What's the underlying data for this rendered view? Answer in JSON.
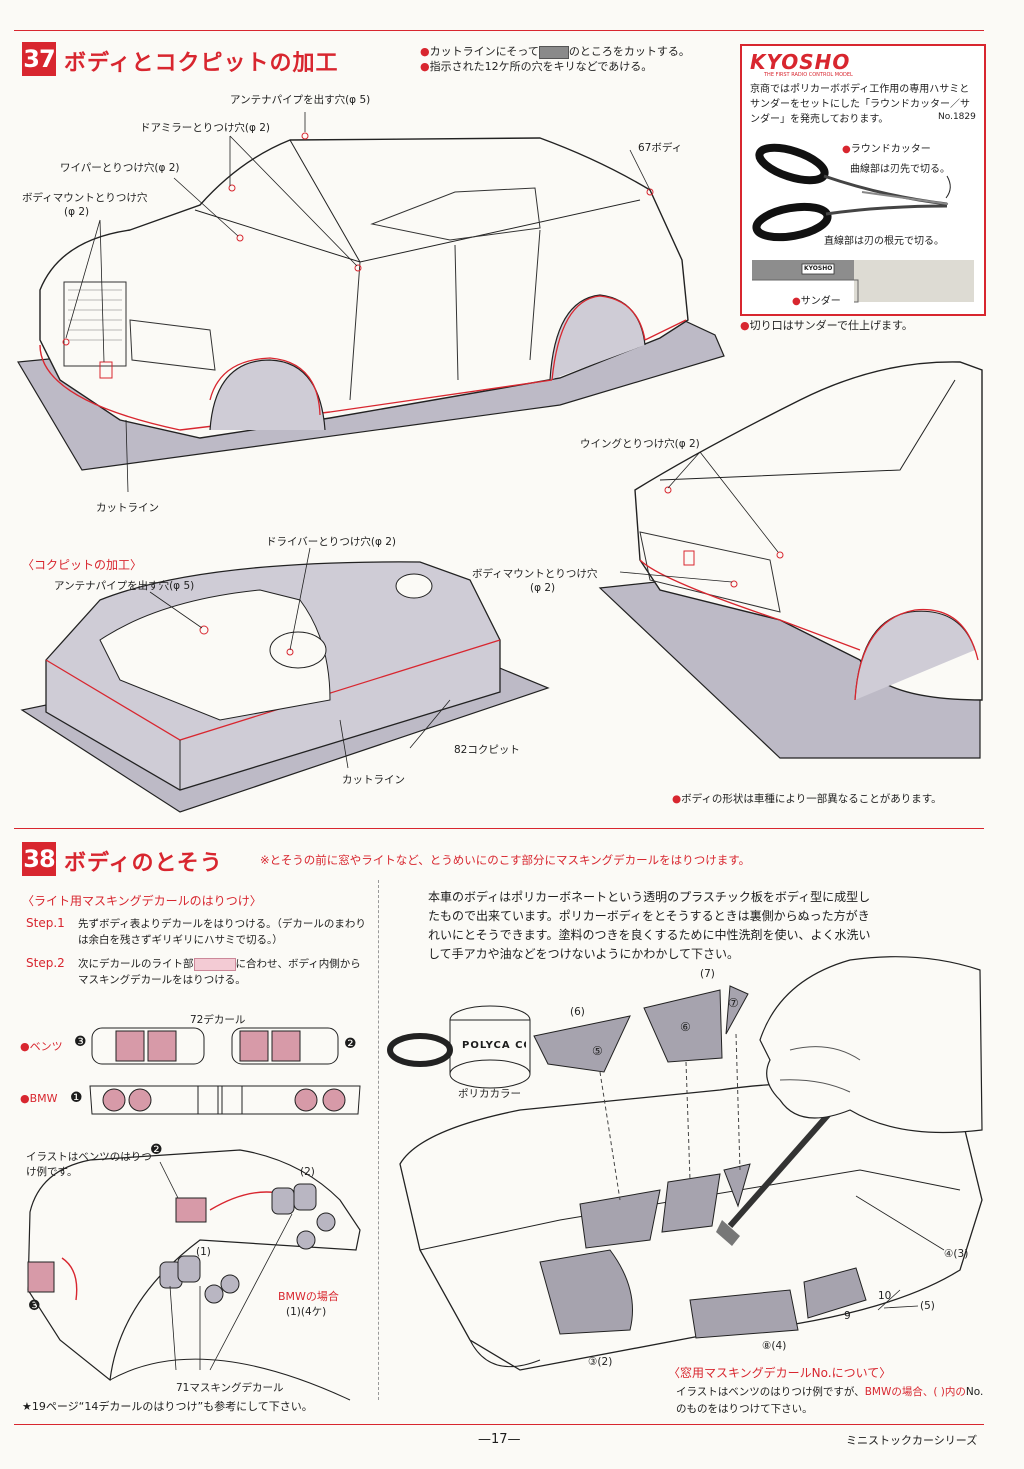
{
  "section37": {
    "number": "37",
    "title": "ボディとコクピットの加工",
    "notes": [
      "カットラインにそって",
      "のところをカットする。",
      "指示された12ケ所の穴をキリなどであける。"
    ],
    "labels": {
      "antenna": "アンテナパイプを出す穴(φ 5)",
      "mirror": "ドアミラーとりつけ穴(φ 2)",
      "wiper": "ワイパーとりつけ穴(φ 2)",
      "mount": "ボディマウントとりつけ穴",
      "mount_size": "(φ 2)",
      "body": "67ボディ",
      "cutline": "カットライン",
      "wing": "ウイングとりつけ穴(φ 2)",
      "mount2": "ボディマウントとりつけ穴",
      "mount2_size": "(φ 2)"
    },
    "cockpit": {
      "heading": "〈コクピットの加工〉",
      "driver": "ドライバーとりつけ穴(φ 2)",
      "antenna": "アンテナパイプを出す穴(φ 5)",
      "part": "82コクピット",
      "cutline": "カットライン"
    },
    "shape_note": "ボディの形状は車種により一部異なることがあります。"
  },
  "ad": {
    "brand": "KYOSHO",
    "tagline": "THE FIRST RADIO CONTROL MODEL",
    "text": "京商ではポリカーボボディ工作用の専用ハサミとサンダーをセットにした「ラウンドカッター／サンダー」を発売しております。",
    "product_no": "No.1829",
    "cutter_label": "ラウンドカッター",
    "curve_tip": "曲線部は刃先で切る。",
    "straight_tip": "直線部は刃の根元で切る。",
    "sander_label": "サンダー",
    "sander_brand": "KYOSHO",
    "finish_note": "切り口はサンダーで仕上げます。"
  },
  "section38": {
    "number": "38",
    "title": "ボディのとそう",
    "warning": "※とそうの前に窓やライトなど、とうめいにのこす部分にマスキングデカールをはりつけます。",
    "light_heading": "〈ライト用マスキングデカールのはりつけ〉",
    "step1_label": "Step.1",
    "step1_text": "先ずボディ表よりデカールをはりつける。（デカールのまわりは余白を残さずギリギリにハサミで切る。）",
    "step2_label": "Step.2",
    "step2_text_a": "次にデカールのライト部",
    "step2_text_b": "に合わせ、ボディ内側からマスキングデカールをはりつける。",
    "decal72": "72デカール",
    "benz": "●ベンツ",
    "bmw": "●BMW",
    "n3": "❸",
    "n2": "❷",
    "n1": "❶",
    "illus_note": "イラストはベンツのはりつけ例です。",
    "bmw_case": "BMWの場合",
    "bmw_count": "(1)(4ケ)",
    "masking_decal": "71マスキングデカール",
    "ref_note": "★19ページ“14デカールのはりつけ”も参考にして下さい。",
    "paint_text": "本車のボディはポリカーボネートという透明のプラスチック板をボディ型に成型したもので出来ています。ポリカーボディをとそうするときは裏側からぬった方がきれいにとそうできます。塗料のつきを良くするために中性洗剤を使い、よく水洗いして手アカや油などをつけないようにかわかして下さい。",
    "paint_can": "POLYCA COLOR",
    "paint_label": "ポリカカラー",
    "window_heading": "〈窓用マスキングデカールNo.について〉",
    "window_text_a": "イラストはベンツのはりつけ例ですが、",
    "window_text_red": "BMWの場合、( )内の",
    "window_text_b": "No.のものをはりつけて下さい。",
    "callouts": {
      "c2": "(2)",
      "c1": "(1)",
      "c6a": "(6)",
      "c5": "⑤",
      "c7": "(7)",
      "c6": "⑥",
      "c7b": "⑦",
      "c43": "④(3)",
      "c10": "10",
      "c5b": "(5)",
      "c9": "9",
      "c84": "⑧(4)",
      "c32": "③(2)"
    }
  },
  "footer": {
    "page": "—17—",
    "series": "ミニストックカーシリーズ"
  },
  "colors": {
    "accent": "#d8262f",
    "plastic": "#b9b6c2",
    "pink": "#f3cbd4"
  }
}
